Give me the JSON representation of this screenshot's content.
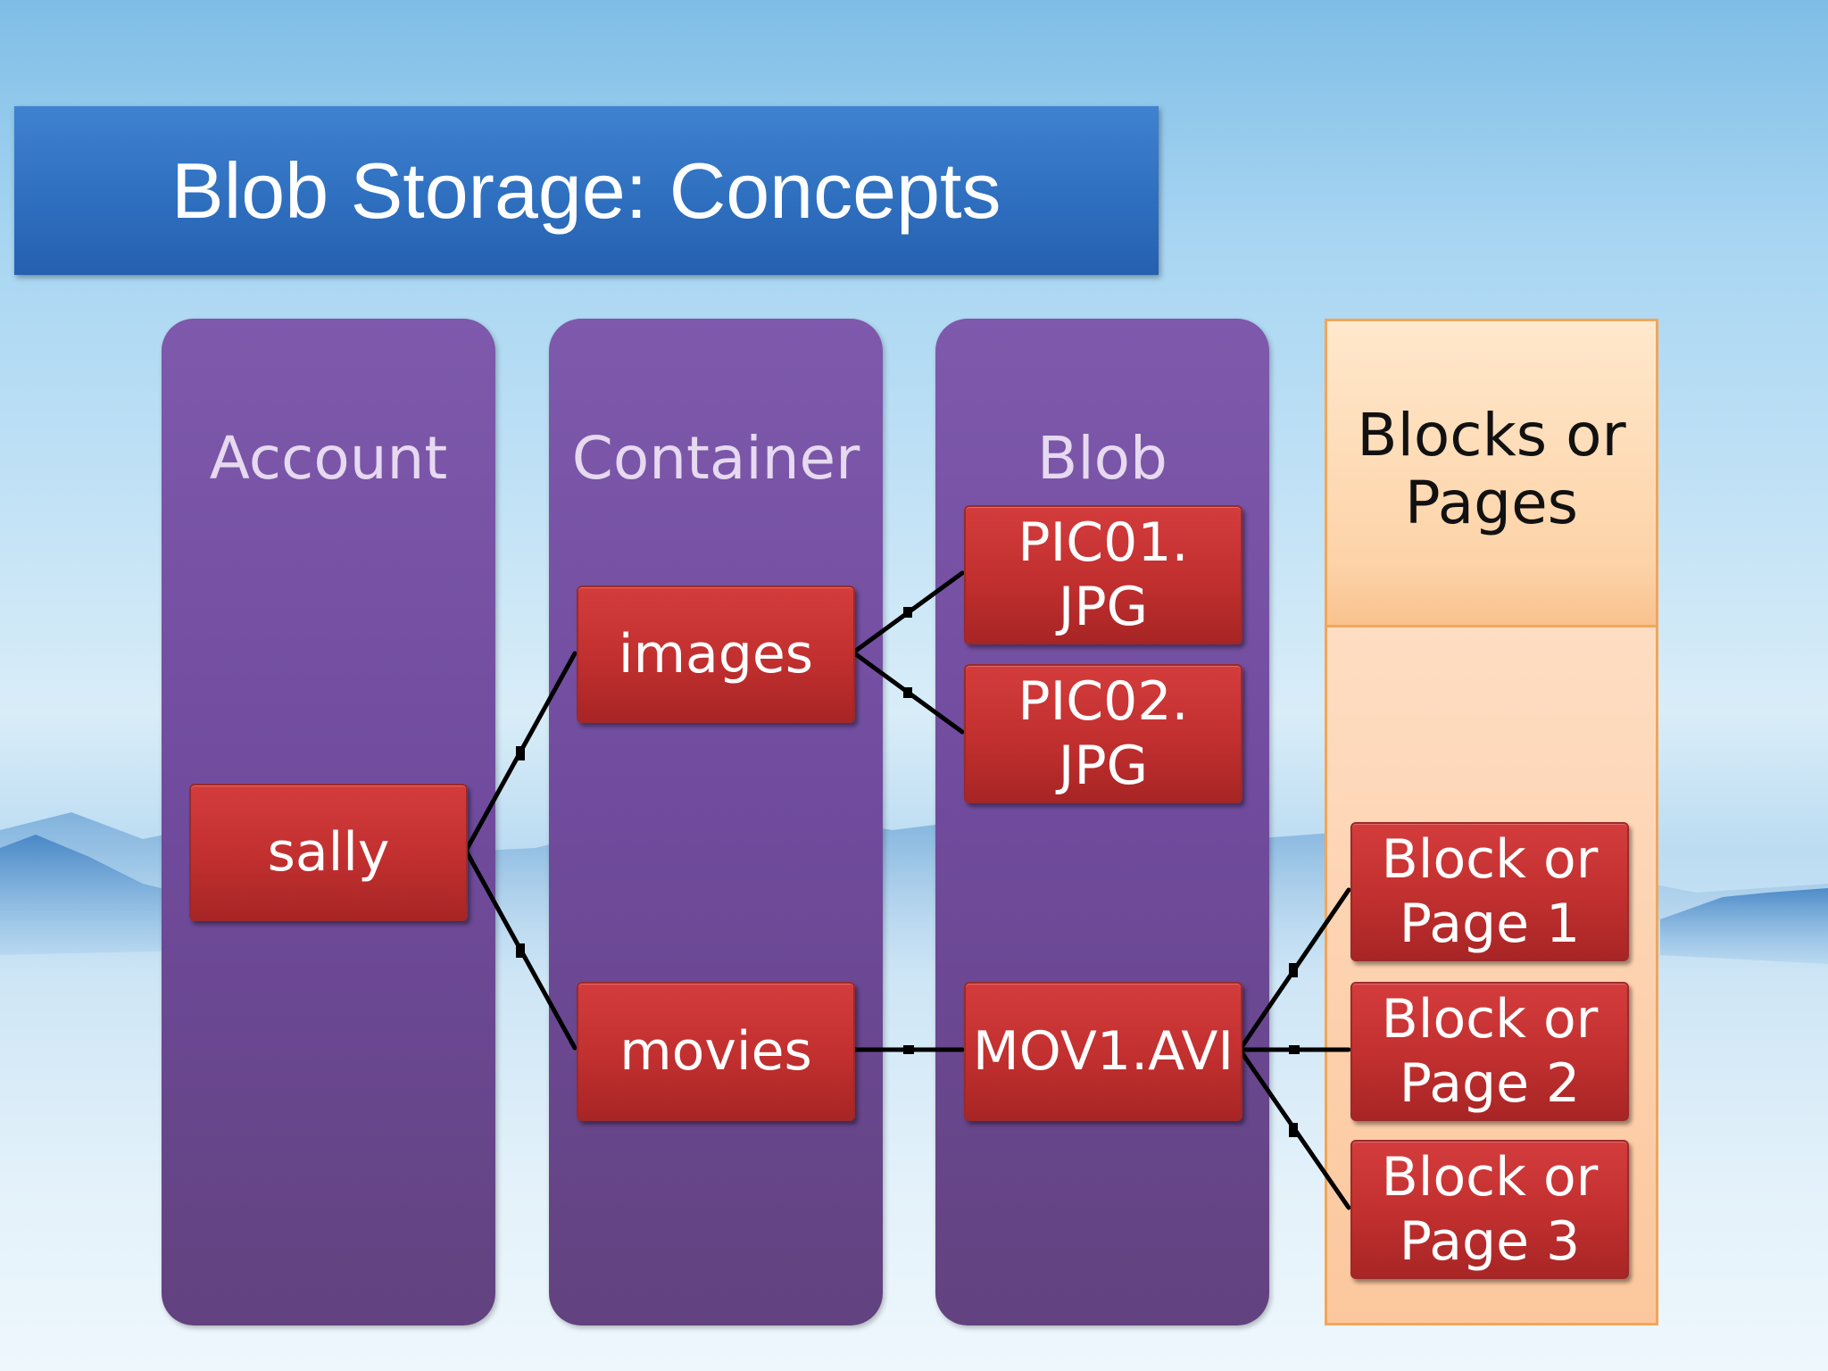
{
  "slide": {
    "title": "Blob Storage: Concepts"
  },
  "columns": {
    "account": "Account",
    "container": "Container",
    "blob": "Blob",
    "pages": "Blocks or\nPages"
  },
  "nodes": {
    "account": "sally",
    "container_images": "images",
    "container_movies": "movies",
    "blob_pic01": "PIC01.\nJPG",
    "blob_pic02": "PIC02.\nJPG",
    "blob_mov1": "MOV1.AVI",
    "page_1": "Block or\nPage 1",
    "page_2": "Block or\nPage  2",
    "page_3": "Block or\nPage  3"
  }
}
